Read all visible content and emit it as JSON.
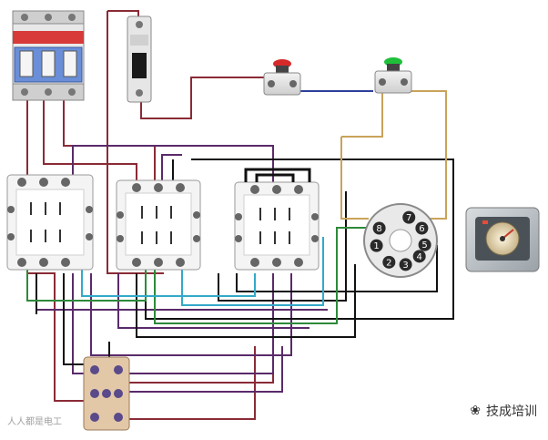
{
  "timer_dial_numbers": [
    "1",
    "2",
    "3",
    "4",
    "5",
    "6",
    "7",
    "8"
  ],
  "watermark_right": "技成培训",
  "watermark_left": "人人都是电工",
  "colors": {
    "wire_black": "#111111",
    "wire_red": "#8a2b36",
    "wire_purple": "#5a2a6a",
    "wire_green": "#2d8a3a",
    "wire_cyan": "#33a9c9",
    "wire_yellow": "#c9a35a",
    "wire_blue": "#2d3f9a",
    "button_red": "#d62a2a",
    "button_green": "#1fbf3a"
  }
}
